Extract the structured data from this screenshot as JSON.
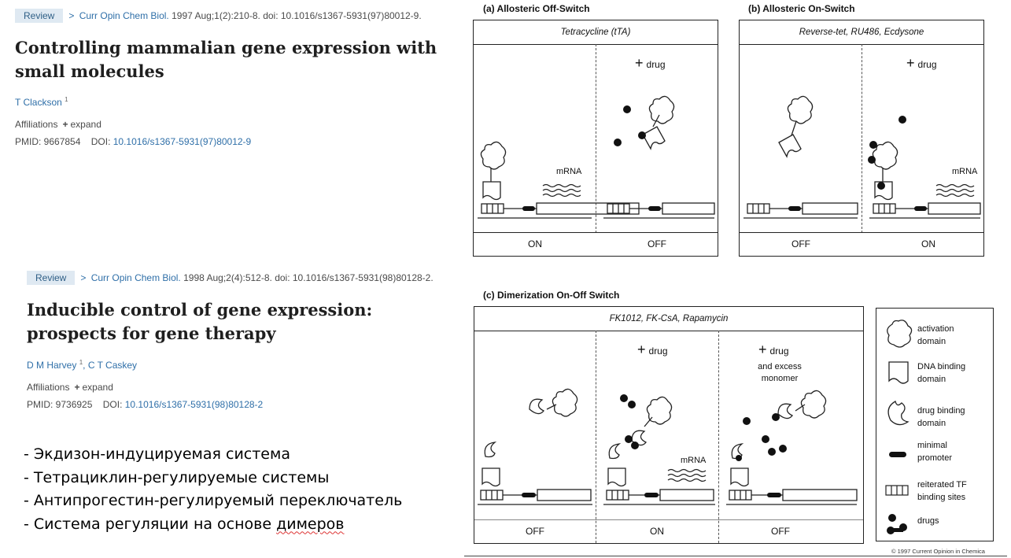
{
  "article1": {
    "badge": "Review",
    "journal": "Curr Opin Chem Biol.",
    "citation": "1997 Aug;1(2):210-8. doi: 10.1016/s1367-5931(97)80012-9.",
    "title": "Controlling mammalian gene expression with small molecules",
    "authors": [
      {
        "name": "T Clackson",
        "sup": "1"
      }
    ],
    "affiliations_label": "Affiliations",
    "expand_label": "expand",
    "pmid_label": "PMID: 9667854",
    "doi_label": "DOI:",
    "doi": "10.1016/s1367-5931(97)80012-9"
  },
  "article2": {
    "badge": "Review",
    "journal": "Curr Opin Chem Biol.",
    "citation": "1998 Aug;2(4):512-8. doi: 10.1016/s1367-5931(98)80128-2.",
    "title": "Inducible control of gene expression: prospects for gene therapy",
    "authors": [
      {
        "name": "D M Harvey",
        "sup": "1"
      },
      {
        "name": "C T Caskey",
        "sup": ""
      }
    ],
    "affiliations_label": "Affiliations",
    "expand_label": "expand",
    "pmid_label": "PMID: 9736925",
    "doi_label": "DOI:",
    "doi": "10.1016/s1367-5931(98)80128-2"
  },
  "bullets": [
    "- Экдизон-индуцируемая система",
    "- Тетрациклин-регулируемые системы",
    "- Антипрогестин-регулируемый переключатель",
    "- Система регуляции на основе "
  ],
  "bullet_last_word": "димеров",
  "figure": {
    "panel_a": {
      "label": "(a)  Allosteric Off-Switch",
      "header": "Tetracycline (tTA)",
      "left": "ON",
      "right": "OFF",
      "drug": "drug",
      "mrna": "mRNA"
    },
    "panel_b": {
      "label": "(b)  Allosteric On-Switch",
      "header": "Reverse-tet, RU486, Ecdysone",
      "left": "OFF",
      "right": "ON",
      "drug": "drug",
      "mrna": "mRNA"
    },
    "panel_c": {
      "label": "(c)  Dimerization On-Off  Switch",
      "header": "FK1012, FK-CsA, Rapamycin",
      "col1": "OFF",
      "col2": "ON",
      "col3": "OFF",
      "drug": "drug",
      "drug_excess_1": "and excess",
      "drug_excess_2": "monomer",
      "mrna": "mRNA"
    },
    "legend": [
      {
        "icon": "activation-domain-icon",
        "l1": "activation",
        "l2": "domain"
      },
      {
        "icon": "dna-binding-domain-icon",
        "l1": "DNA binding",
        "l2": "domain"
      },
      {
        "icon": "drug-binding-domain-icon",
        "l1": "drug binding",
        "l2": "domain"
      },
      {
        "icon": "minimal-promoter-icon",
        "l1": "minimal",
        "l2": "promoter"
      },
      {
        "icon": "tf-binding-sites-icon",
        "l1": "reiterated TF",
        "l2": "binding sites"
      },
      {
        "icon": "drugs-icon",
        "l1": "drugs",
        "l2": ""
      }
    ],
    "copyright": "© 1997 Current Opinion in Chemica"
  }
}
